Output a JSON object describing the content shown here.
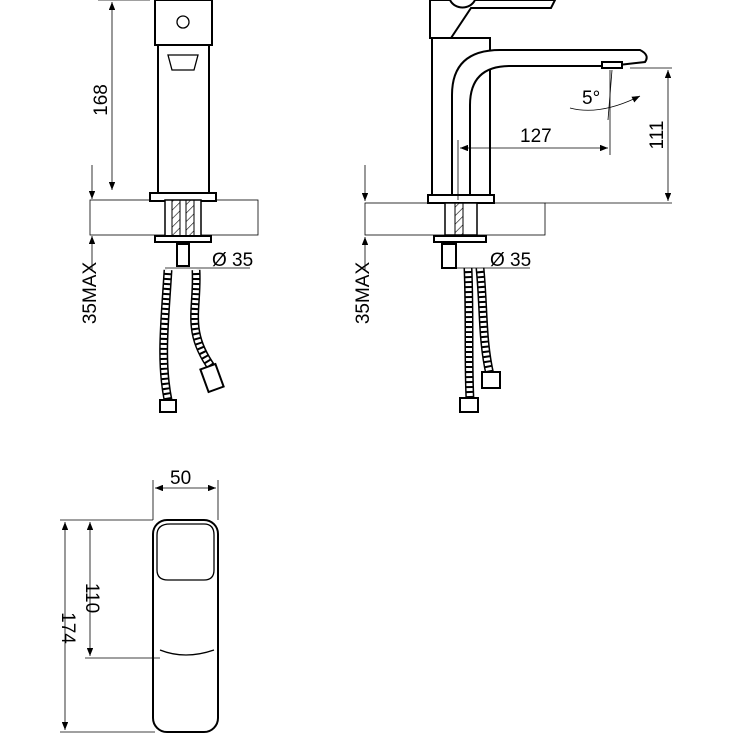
{
  "front_view": {
    "height_label": "168",
    "diameter_label": "Ø 35",
    "max_label": "35MAX"
  },
  "side_view": {
    "reach_label": "127",
    "spout_height_label": "111",
    "angle_label": "5°",
    "diameter_label": "Ø 35",
    "max_label": "35MAX"
  },
  "top_view": {
    "width_label": "50",
    "handle_length_label": "110",
    "length_label": "174"
  }
}
